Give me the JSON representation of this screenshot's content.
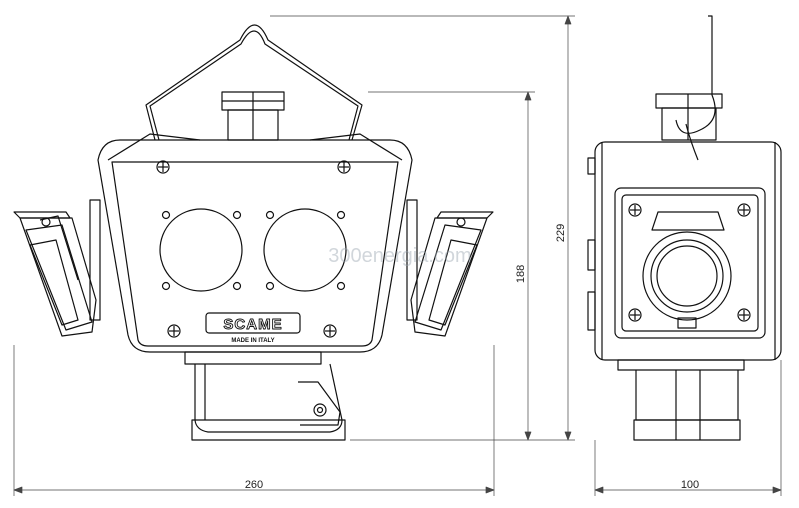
{
  "drawing": {
    "dimensions": {
      "total_width": "260",
      "body_height": "188",
      "total_height": "229",
      "side_depth": "100"
    },
    "brand": "SCAME",
    "origin_label": "MADE IN ITALY",
    "watermark": "300energia.com"
  },
  "colors": {
    "line": "#111111",
    "dim_line": "#444444",
    "background": "#ffffff"
  }
}
